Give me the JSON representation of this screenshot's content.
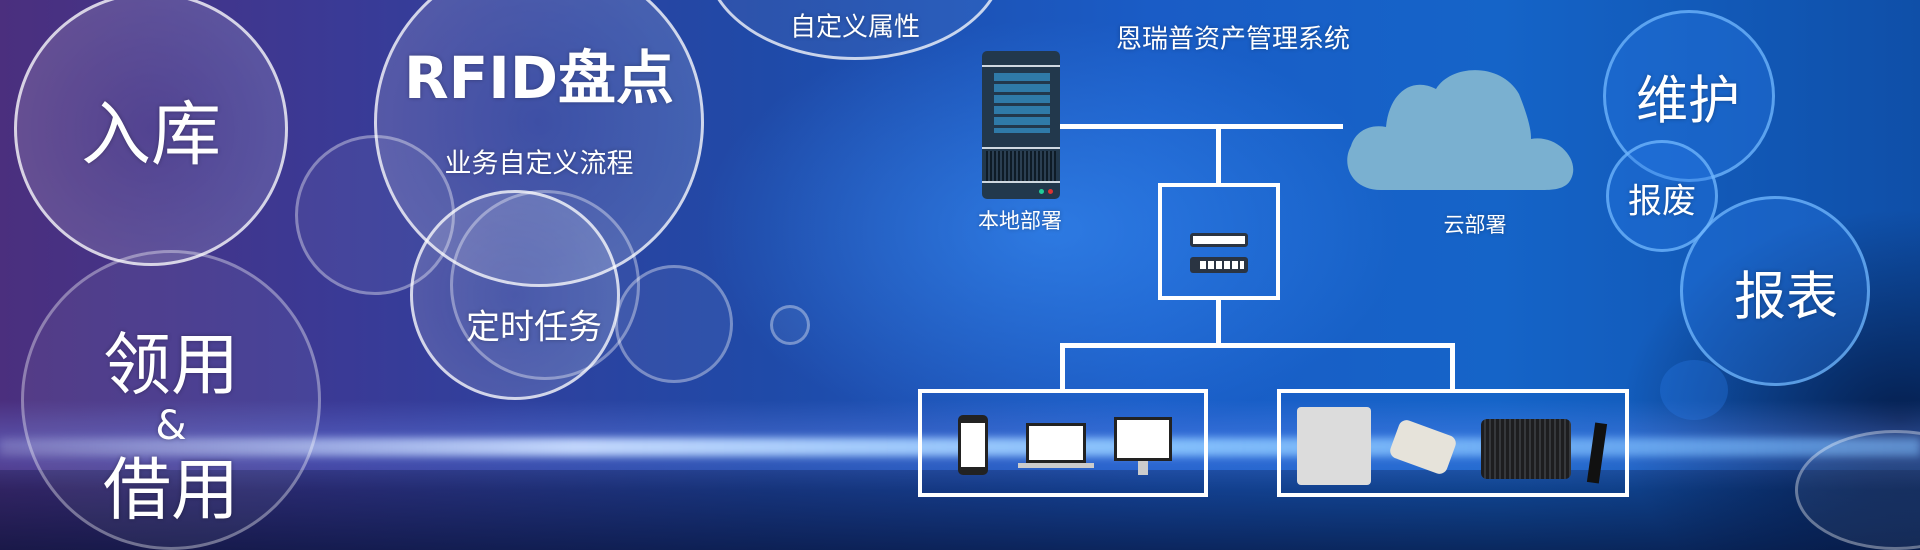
{
  "left": {
    "inbound": "入库",
    "rfid": "RFID盘点",
    "workflow": "业务自定义流程",
    "scheduled": "定时任务",
    "custom_attr": "自定义属性",
    "use": "领用",
    "amp": "&",
    "borrow": "借用"
  },
  "diagram": {
    "title": "恩瑞普资产管理系统",
    "local": "本地部署",
    "cloud": "云部署"
  },
  "right": {
    "maintain": "维护",
    "scrap": "报废",
    "report": "报表"
  },
  "colors": {
    "cloud": "#7ab0d0",
    "server": "#22384c"
  }
}
